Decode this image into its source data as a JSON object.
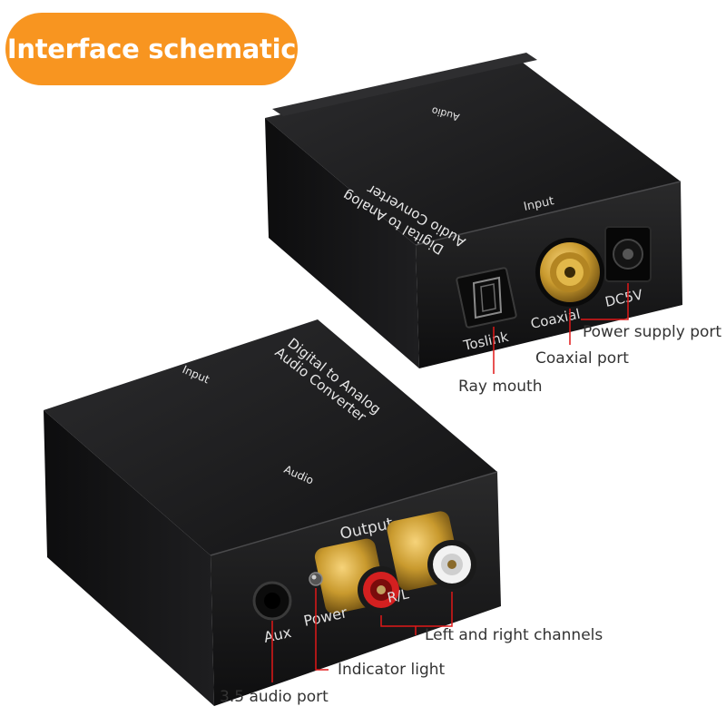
{
  "badge": {
    "label": "Interface schematic",
    "color": "#f89520"
  },
  "top_device": {
    "top_print": {
      "line1": "Digital to Analog",
      "line2": "Audio Converter",
      "audio": "Audio"
    },
    "front_labels": {
      "input": "Input",
      "toslink": "Toslink",
      "coaxial": "Coaxial",
      "dc": "DC5V"
    }
  },
  "bottom_device": {
    "top_print": {
      "line1": "Digital to Analog",
      "line2": "Audio Converter",
      "input": "Input",
      "audio": "Audio"
    },
    "front_labels": {
      "output": "Output",
      "rl": "R/L",
      "aux": "Aux",
      "power": "Power"
    }
  },
  "callouts": {
    "power_supply_port": "Power supply port",
    "coaxial_port": "Coaxial port",
    "ray_mouth": "Ray mouth",
    "left_right_channels": "Left and right channels",
    "indicator_light": "Indicator light",
    "audio_port": "3.5 audio port"
  },
  "colors": {
    "accent": "#f89520",
    "device_body": "#1c1c1e",
    "gold": "#c99a2e",
    "rca_red": "#d42020",
    "rca_white": "#f2f2f2",
    "callout_line": "#e01818"
  }
}
